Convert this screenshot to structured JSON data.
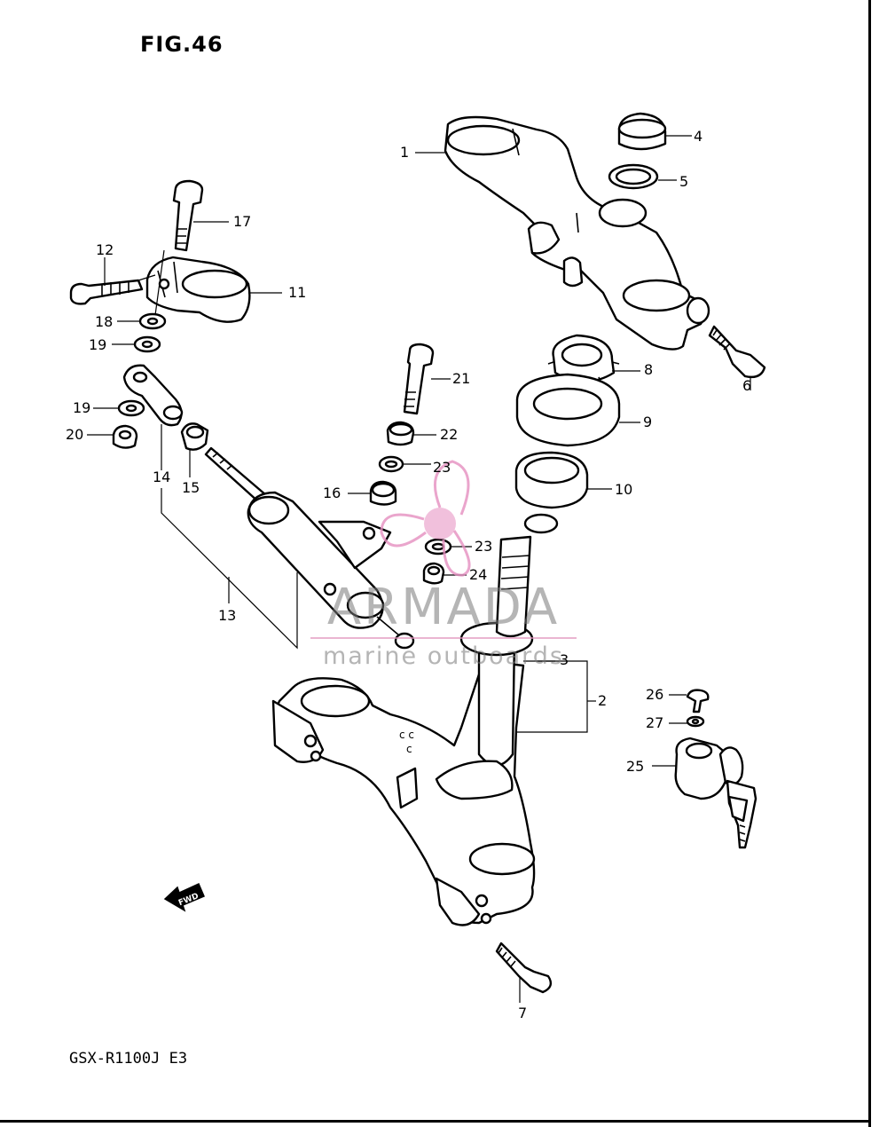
{
  "figure": {
    "title": "FIG.46",
    "model_code": "GSX-R1100J E3",
    "fwd_label": "FWD"
  },
  "callouts": [
    {
      "id": "1",
      "label": "1"
    },
    {
      "id": "2",
      "label": "2"
    },
    {
      "id": "3",
      "label": "3"
    },
    {
      "id": "4",
      "label": "4"
    },
    {
      "id": "5",
      "label": "5"
    },
    {
      "id": "6",
      "label": "6"
    },
    {
      "id": "7",
      "label": "7"
    },
    {
      "id": "8",
      "label": "8"
    },
    {
      "id": "9",
      "label": "9"
    },
    {
      "id": "10",
      "label": "10"
    },
    {
      "id": "11",
      "label": "11"
    },
    {
      "id": "12",
      "label": "12"
    },
    {
      "id": "13",
      "label": "13"
    },
    {
      "id": "14",
      "label": "14"
    },
    {
      "id": "15",
      "label": "15"
    },
    {
      "id": "16",
      "label": "16"
    },
    {
      "id": "17",
      "label": "17"
    },
    {
      "id": "18",
      "label": "18"
    },
    {
      "id": "19a",
      "label": "19"
    },
    {
      "id": "19b",
      "label": "19"
    },
    {
      "id": "20",
      "label": "20"
    },
    {
      "id": "21",
      "label": "21"
    },
    {
      "id": "22",
      "label": "22"
    },
    {
      "id": "23a",
      "label": "23"
    },
    {
      "id": "23b",
      "label": "23"
    },
    {
      "id": "24",
      "label": "24"
    },
    {
      "id": "25",
      "label": "25"
    },
    {
      "id": "26",
      "label": "26"
    },
    {
      "id": "27",
      "label": "27"
    }
  ],
  "watermark": {
    "name": "ARMADA",
    "tagline": "marine outboards",
    "accent_color": "#e58fc0"
  },
  "colors": {
    "line": "#000000",
    "background": "#ffffff"
  }
}
